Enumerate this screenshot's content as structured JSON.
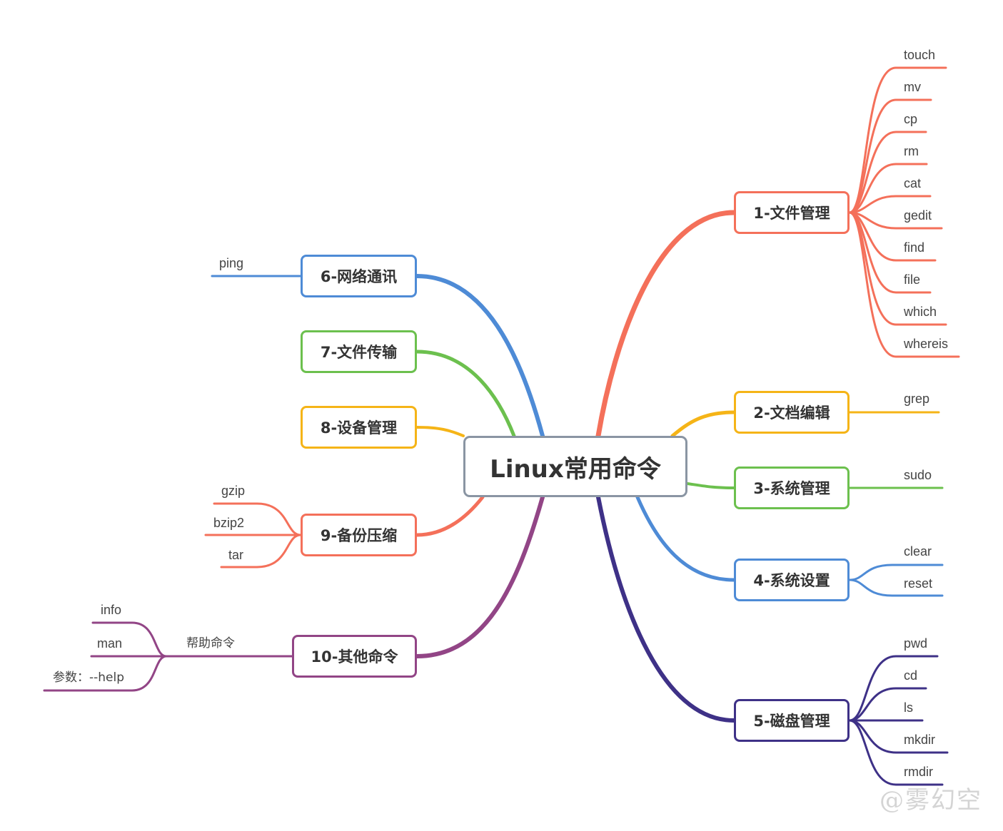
{
  "root": {
    "label": "Linux常用命令"
  },
  "branches": {
    "b1": {
      "label": "1-文件管理",
      "color": "#f4705a",
      "leaves": [
        "touch",
        "mv",
        "cp",
        "rm",
        "cat",
        "gedit",
        "find",
        "file",
        "which",
        "whereis"
      ]
    },
    "b2": {
      "label": "2-文档编辑",
      "color": "#f5b417",
      "leaves": [
        "grep"
      ]
    },
    "b3": {
      "label": "3-系统管理",
      "color": "#6cc04e",
      "leaves": [
        "sudo"
      ]
    },
    "b4": {
      "label": "4-系统设置",
      "color": "#4e8bd6",
      "leaves": [
        "clear",
        "reset"
      ]
    },
    "b5": {
      "label": "5-磁盘管理",
      "color": "#3e3187",
      "leaves": [
        "pwd",
        "cd",
        "ls",
        "mkdir",
        "rmdir"
      ]
    },
    "b6": {
      "label": "6-网络通讯",
      "color": "#4e8bd6",
      "leaves": [
        "ping"
      ]
    },
    "b7": {
      "label": "7-文件传输",
      "color": "#6cc04e",
      "leaves": []
    },
    "b8": {
      "label": "8-设备管理",
      "color": "#f5b417",
      "leaves": []
    },
    "b9": {
      "label": "9-备份压缩",
      "color": "#f4705a",
      "leaves": [
        "gzip",
        "bzip2",
        "tar"
      ]
    },
    "b10": {
      "label": "10-其他命令",
      "color": "#924586",
      "sub": "帮助命令",
      "leaves": [
        "info",
        "man",
        "参数：--help"
      ]
    }
  },
  "watermark": "@雾幻空"
}
